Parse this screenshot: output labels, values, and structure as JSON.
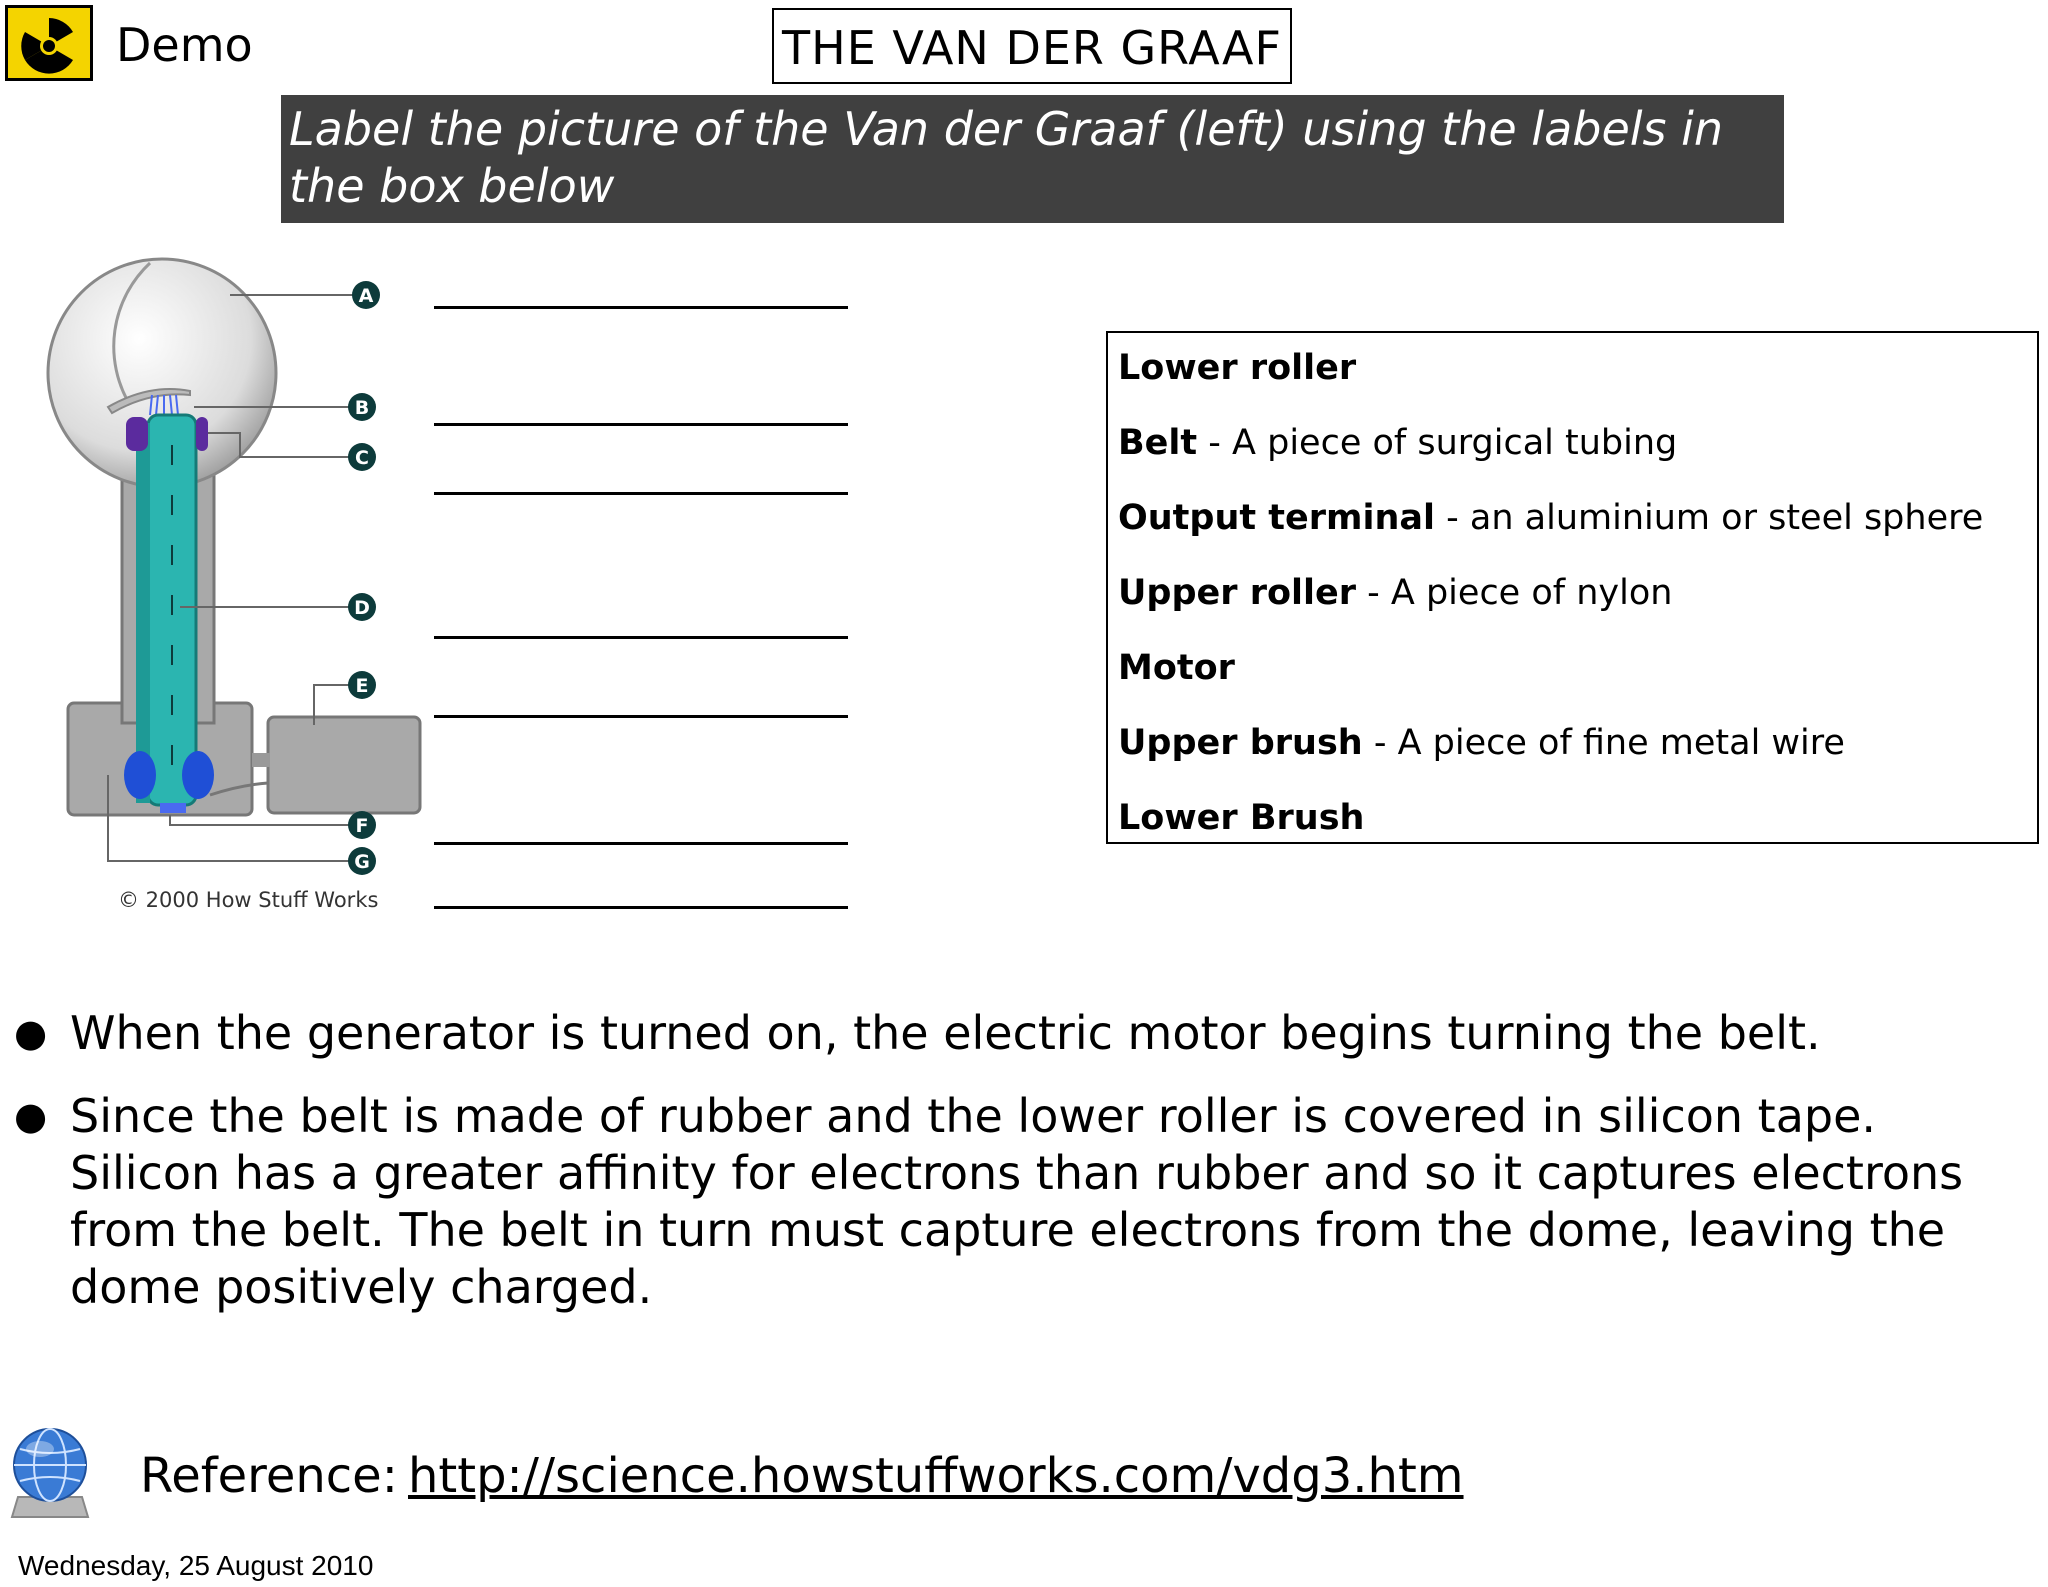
{
  "header": {
    "demo_label": "Demo",
    "title": "THE VAN DER GRAAF",
    "instruction": "Label the picture of the Van der Graaf (left) using the labels in the box below"
  },
  "diagram": {
    "markers": [
      "A",
      "B",
      "C",
      "D",
      "E",
      "F",
      "G"
    ],
    "copyright": "© 2000 How Stuff Works"
  },
  "label_box": {
    "items": [
      {
        "term": "Lower roller",
        "desc": ""
      },
      {
        "term": "Belt",
        "desc": " - A piece of surgical tubing"
      },
      {
        "term": "Output terminal",
        "desc": " - an aluminium or steel sphere"
      },
      {
        "term": "Upper roller",
        "desc": " - A piece of nylon"
      },
      {
        "term": "Motor",
        "desc": ""
      },
      {
        "term": "Upper brush",
        "desc": " - A piece of fine metal wire"
      },
      {
        "term": "Lower Brush",
        "desc": ""
      }
    ]
  },
  "bullets": [
    {
      "symbol": "●",
      "text": "When the generator is turned on, the electric motor begins turning the belt."
    },
    {
      "symbol": "●",
      "text": "Since the belt is made of rubber and the lower roller is covered in silicon tape. Silicon has a greater affinity for electrons  than rubber and so it captures electrons from the belt. The belt in turn must capture electrons from the dome, leaving the dome positively charged."
    }
  ],
  "reference": {
    "label": "Reference:",
    "url": "http://science.howstuffworks.com/vdg3.htm"
  },
  "footer": {
    "date": "Wednesday, 25 August 2010"
  },
  "colors": {
    "hazard_yellow": "#f4d400",
    "instruction_bg": "#404040",
    "belt_teal": "#2bb5b0",
    "roller_blue": "#1f4fd6",
    "marker_dark": "#0d3b3b"
  },
  "icons": {
    "hazard": "radiation-hazard-icon",
    "globe": "globe-network-icon"
  }
}
